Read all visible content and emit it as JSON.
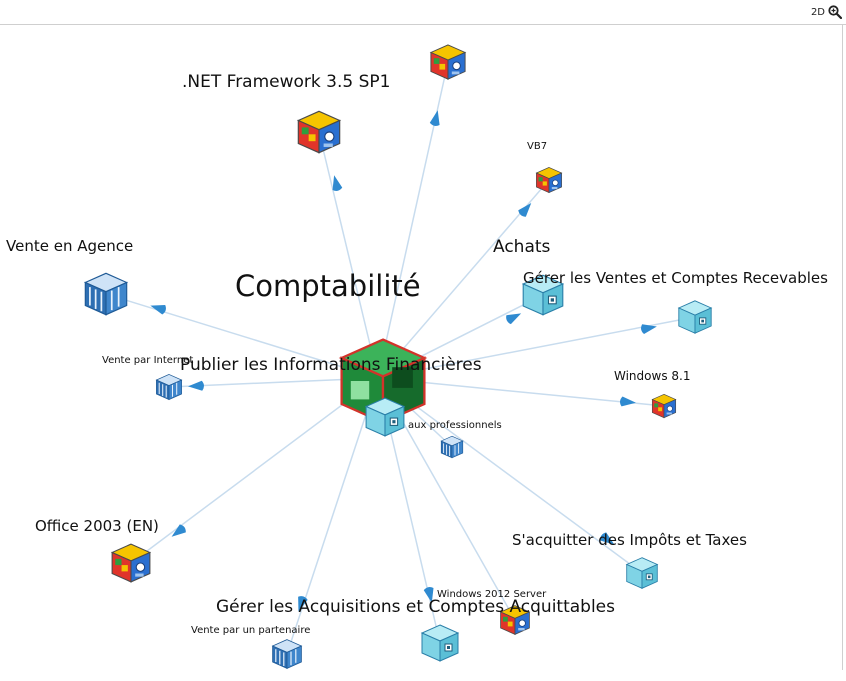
{
  "toolbar": {
    "mode_label": "2D",
    "zoom_icon": "magnifier-icon"
  },
  "colors": {
    "edge": "#c8dcee",
    "arrow": "#2f8ad0",
    "process_cube": "#6cc7dc",
    "folder_cube": "#2e6fb3",
    "app_cube_red": "#e0342a",
    "app_cube_yellow": "#f5c400",
    "app_cube_green": "#2e9e3e",
    "app_cube_blue": "#2a6fd0",
    "center_cube": "#1f8a3a"
  },
  "graph": {
    "center": {
      "label": "Comptabilité",
      "icon": "green-cube-icon"
    },
    "nodes": [
      {
        "id": "net35",
        "label": ".NET Framework 3.5 SP1",
        "icon": "app-cube-icon"
      },
      {
        "id": "net35b",
        "label": "",
        "icon": "app-cube-icon"
      },
      {
        "id": "vb7",
        "label": "VB7",
        "icon": "app-cube-icon"
      },
      {
        "id": "achats",
        "label": "Achats",
        "icon": "process-cube-icon"
      },
      {
        "id": "ventes",
        "label": "Gérer les Ventes et Comptes Recevables",
        "icon": "process-cube-icon"
      },
      {
        "id": "publier",
        "label": "Publier les Informations Financières",
        "icon": "process-cube-icon"
      },
      {
        "id": "agence",
        "label": "Vente en Agence",
        "icon": "folder-cube-icon"
      },
      {
        "id": "internet",
        "label": "Vente par Internet",
        "icon": "folder-cube-icon"
      },
      {
        "id": "win81",
        "label": "Windows 8.1",
        "icon": "app-cube-icon"
      },
      {
        "id": "pros",
        "label": "aux professionnels",
        "icon": "folder-cube-icon"
      },
      {
        "id": "office",
        "label": "Office 2003 (EN)",
        "icon": "app-cube-icon"
      },
      {
        "id": "impots",
        "label": "S'acquitter des Impôts et Taxes",
        "icon": "process-cube-icon"
      },
      {
        "id": "partenaire",
        "label": "Vente par un partenaire",
        "icon": "folder-cube-icon"
      },
      {
        "id": "acquisitions",
        "label": "Gérer les Acquisitions et Comptes Acquittables",
        "icon": "process-cube-icon"
      },
      {
        "id": "win2012",
        "label": "Windows 2012 Server",
        "icon": "app-cube-icon"
      }
    ]
  }
}
